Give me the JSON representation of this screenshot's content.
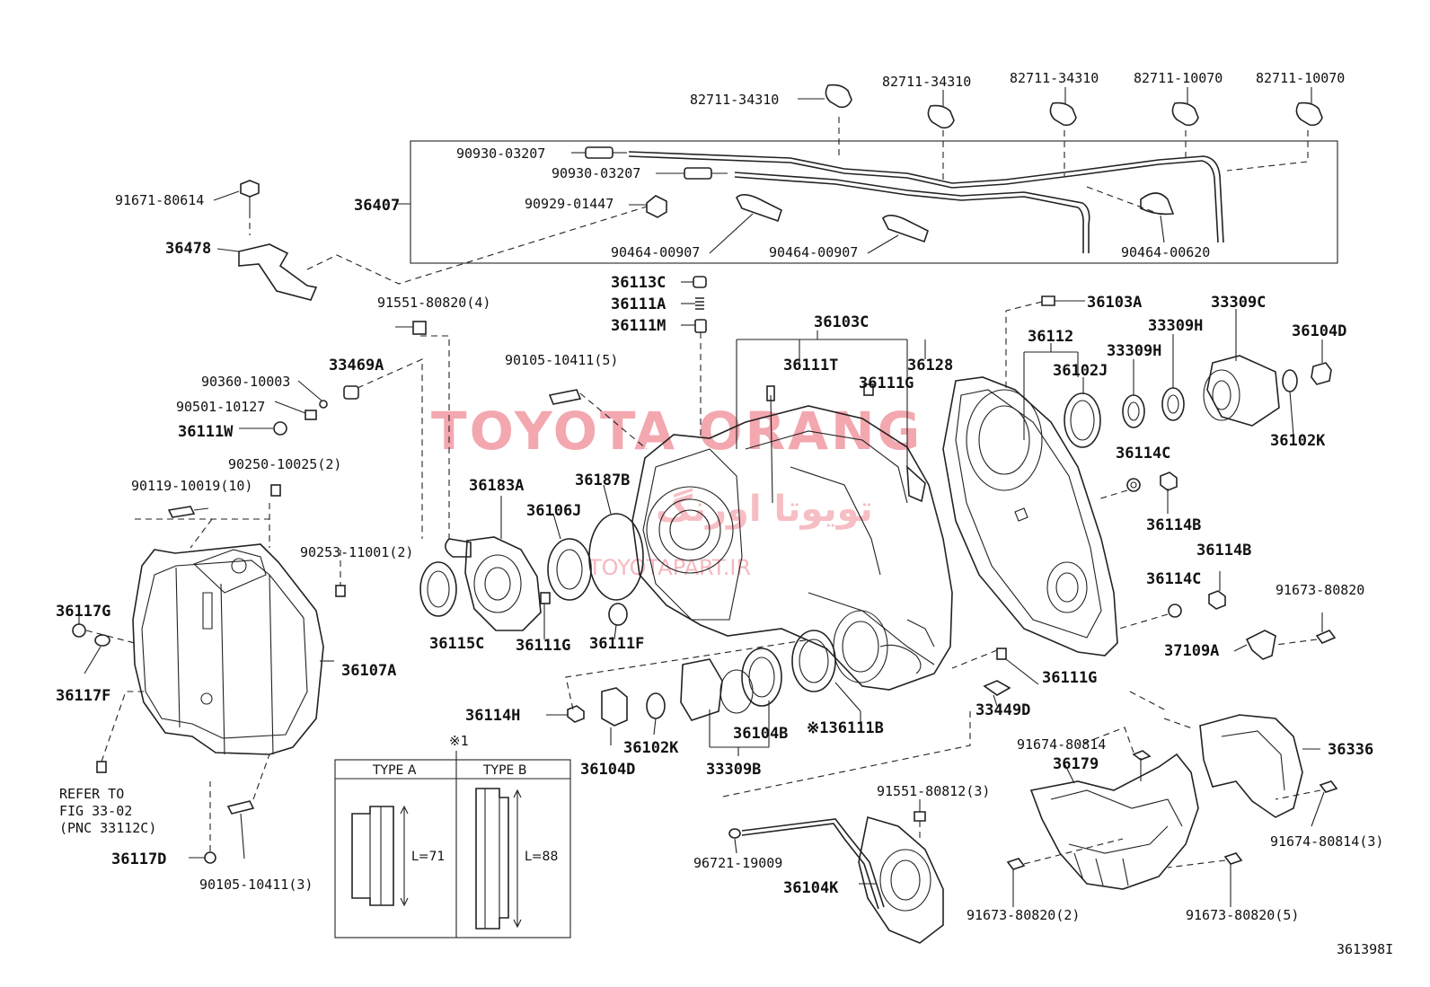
{
  "diagram_id": "361398I",
  "watermark": {
    "main": "TOYOTA ORANG",
    "persian": "تویوتا اورنگ",
    "url": "TOYOTAPART.IR"
  },
  "inset": {
    "note_mark": "※1",
    "type_a": {
      "title": "TYPE A",
      "length": "L=71"
    },
    "type_b": {
      "title": "TYPE B",
      "length": "L=88"
    }
  },
  "refer_note": {
    "line1": "REFER TO",
    "line2": "FIG 33-02",
    "line3": "(PNC 33112C)"
  },
  "labels": {
    "p82711_34310_a": "82711-34310",
    "p82711_34310_b": "82711-34310",
    "p82711_34310_c": "82711-34310",
    "p82711_10070_a": "82711-10070",
    "p82711_10070_b": "82711-10070",
    "p90930_03207_a": "90930-03207",
    "p90930_03207_b": "90930-03207",
    "p90929_01447": "90929-01447",
    "p90464_00907_a": "90464-00907",
    "p90464_00907_b": "90464-00907",
    "p90464_00620": "90464-00620",
    "p36407": "36407",
    "p91671_80614": "91671-80614",
    "p36478": "36478",
    "p36113C": "36113C",
    "p36111A": "36111A",
    "p36111M": "36111M",
    "p91551_80820": "91551-80820(4)",
    "p36103C": "36103C",
    "p36103A": "36103A",
    "p33309C": "33309C",
    "p36112": "36112",
    "p33309H_a": "33309H",
    "p33309H_b": "33309H",
    "p36104D_a": "36104D",
    "p90360_10003": "90360-10003",
    "p33469A": "33469A",
    "p90105_10411_5": "90105-10411(5)",
    "p36111T": "36111T",
    "p36128": "36128",
    "p36111G_a": "36111G",
    "p36102J": "36102J",
    "p90501_10127": "90501-10127",
    "p36111W": "36111W",
    "p36102K_a": "36102K",
    "p90250_10025": "90250-10025(2)",
    "p36114C_a": "36114C",
    "p90119_10019": "90119-10019(10)",
    "p36183A": "36183A",
    "p36187B": "36187B",
    "p36106J": "36106J",
    "p36114B_a": "36114B",
    "p90253_11001": "90253-11001(2)",
    "p36114B_b": "36114B",
    "p36117G": "36117G",
    "p36114C_b": "36114C",
    "p91673_80820": "91673-80820",
    "p36115C": "36115C",
    "p36111G_b": "36111G",
    "p36111F": "36111F",
    "p37109A": "37109A",
    "p36107A": "36107A",
    "p36111G_c": "36111G",
    "p36117F": "36117F",
    "p36114H": "36114H",
    "p33449D": "33449D",
    "p36104B": "36104B",
    "p36111B": "※136111B",
    "p91674_80814": "91674-80814",
    "p36336": "36336",
    "p36102K_b": "36102K",
    "p36104D_b": "36104D",
    "p33309B": "33309B",
    "p36179": "36179",
    "p91551_80812": "91551-80812(3)",
    "p91674_80814_3": "91674-80814(3)",
    "p96721_19009": "96721-19009",
    "p36117D": "36117D",
    "p36104K": "36104K",
    "p90105_10411_3": "90105-10411(3)",
    "p91673_80820_2": "91673-80820(2)",
    "p91673_80820_5": "91673-80820(5)"
  }
}
